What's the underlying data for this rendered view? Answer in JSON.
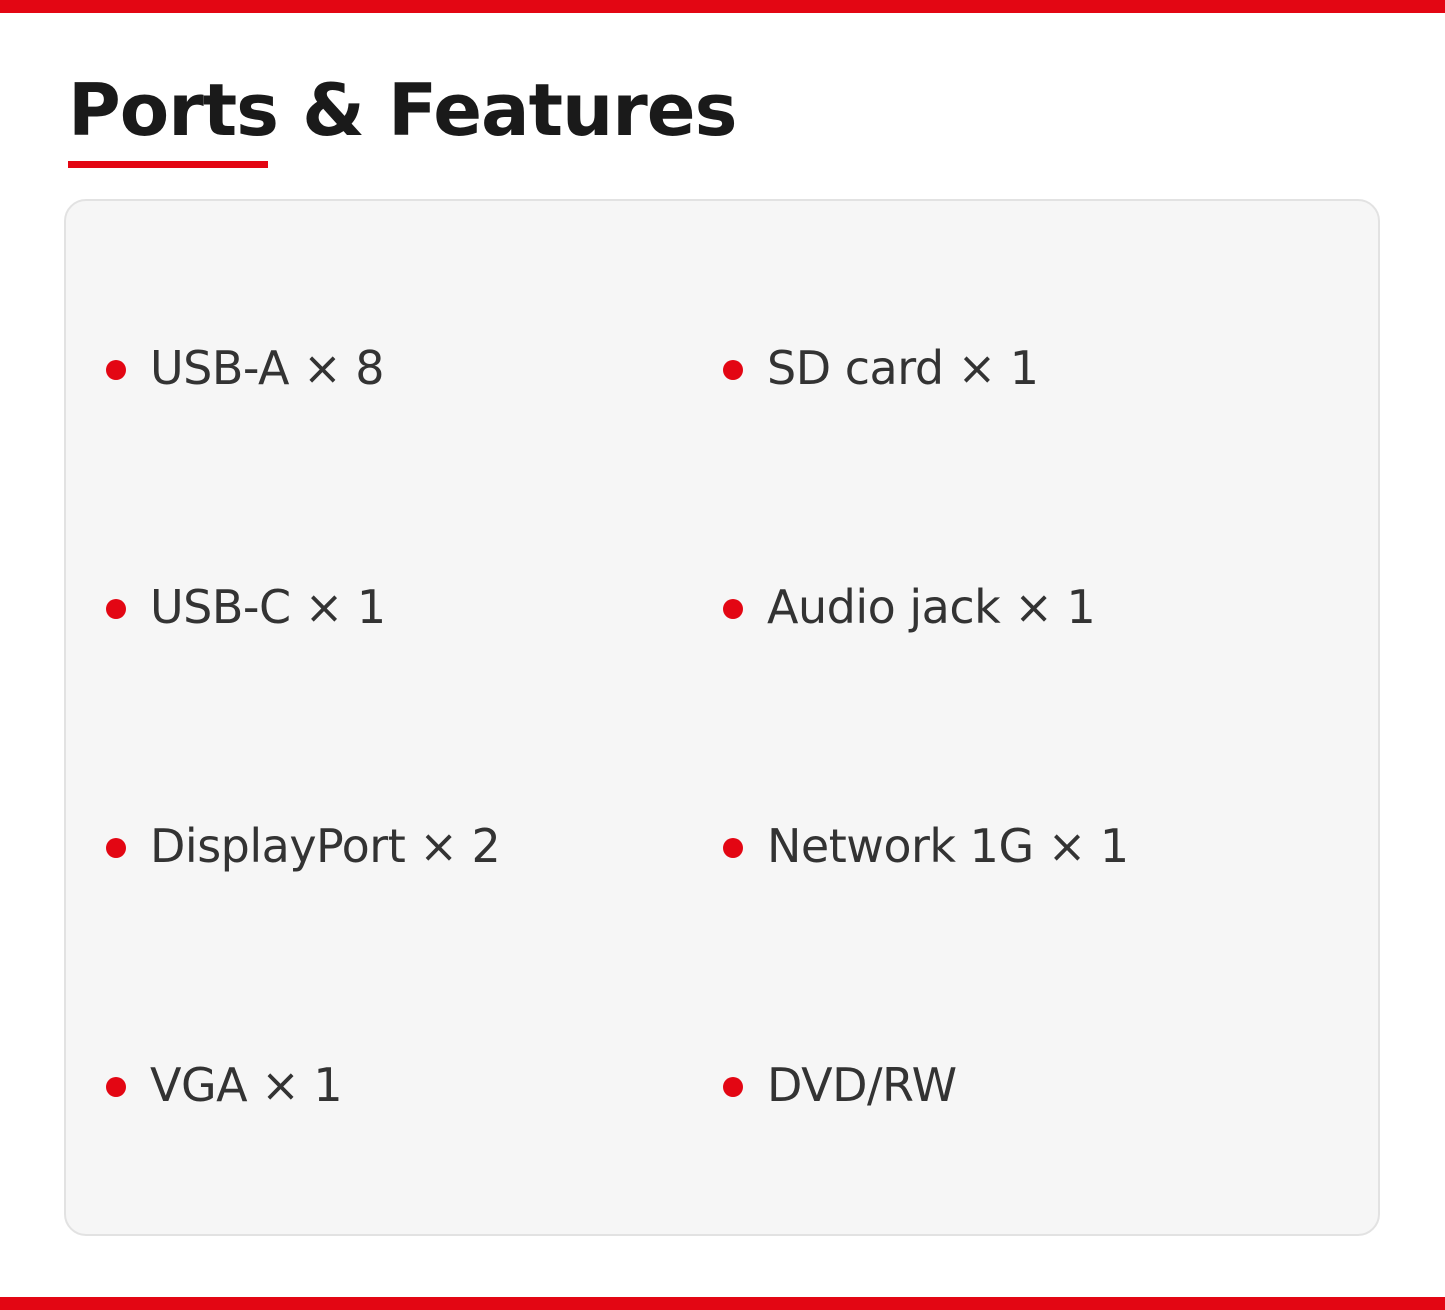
{
  "page": {
    "title": "Ports & Features",
    "accent_color": "#e30613"
  },
  "features": {
    "left": [
      {
        "label": "USB-A × 8"
      },
      {
        "label": "USB-C × 1"
      },
      {
        "label": "DisplayPort × 2"
      },
      {
        "label": "VGA × 1"
      }
    ],
    "right": [
      {
        "label": "SD card × 1"
      },
      {
        "label": "Audio jack × 1"
      },
      {
        "label": "Network 1G × 1"
      },
      {
        "label": "DVD/RW"
      }
    ]
  }
}
